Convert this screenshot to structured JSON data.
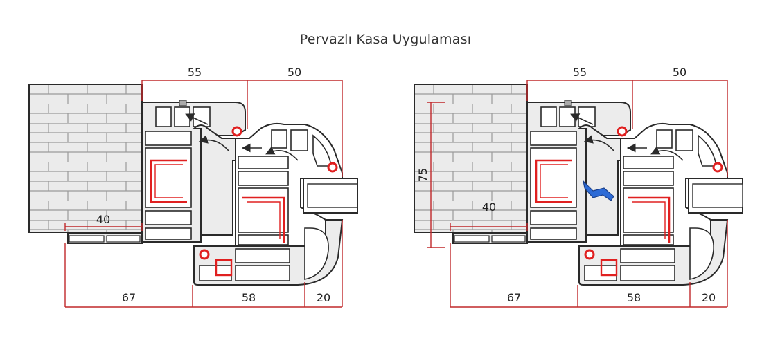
{
  "title": "Pervazlı Kasa Uygulaması",
  "colors": {
    "dimension": "#c0282a",
    "outline": "#2a2a2a",
    "profile_fill": "#ececec",
    "brick_fill": "#ebebeb",
    "brick_mortar": "#9a9a9a",
    "gasket": "#e02020",
    "extra_gasket": "#2d6bd6"
  },
  "left": {
    "top_dims": [
      "55",
      "50"
    ],
    "bottom_dims": [
      "67",
      "58",
      "20"
    ],
    "frame_dim": "40"
  },
  "right": {
    "top_dims": [
      "55",
      "50"
    ],
    "bottom_dims": [
      "67",
      "58",
      "20"
    ],
    "frame_dim": "40",
    "height_dim": "75"
  }
}
